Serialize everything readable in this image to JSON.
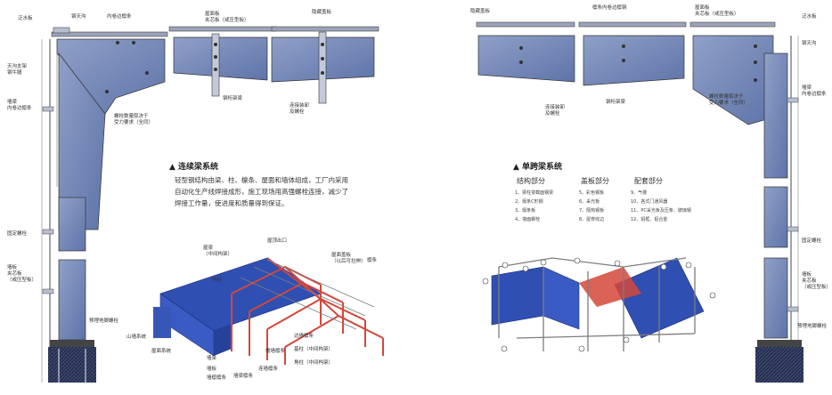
{
  "left_page": {
    "section_title": "▲ 连续梁系统",
    "paragraph": "轻型钢结构由梁、柱、檩条、屋面和墙体组成，工厂内采用自动化生产线焊接成形，施工现场用高强螺栓连接，减少了焊接工作量，使进度和质量得到保证。",
    "labels": {
      "fanshui": "泛水板",
      "gangtiangou": "钢天沟",
      "neijuanbian": "内卷边檩条",
      "tiangou_zhizuo": "天沟支架\n钢牛腿",
      "qiangliang": "墙梁\n内卷边檩条",
      "wumianban": "屋面板\n夹芯板（或压型板）",
      "yinxiaban": "隐藏盖板",
      "luoshu_left": "螺栓数量取决于\n受力要求（全同）",
      "gangjia": "钢桁架梁",
      "lianyuan": "连接装卸\n及螺栓",
      "guding": "固定螺栓",
      "qiangban": "墙板\n夹芯板\n（或压型板）",
      "yumai": "预埋地脚螺栓"
    },
    "iso_labels": {
      "wuliang": "屋梁\n（中间构架）",
      "chukou": "屋顶出口",
      "wumianyingban": "屋面盖板\n（以后可拉伸）",
      "lintiao": "檩条",
      "neizhu": "内柱",
      "yanqiangban": "檐墙板",
      "wujiaoxi": "山墙系统",
      "wumianxi": "屋面系统",
      "qiangliang2": "墙梁",
      "qiangban2": "墙板",
      "bianzhu": "边墙檩条",
      "yanzhu": "檐墙檩条",
      "diliang": "墙梁檩条",
      "zhuzi": "连墙檩条",
      "jiaozhu": "角柱（中间构架）",
      "zhuzhi": "基柱（中间构架）",
      "qiangtiao": "墙檩檩条"
    }
  },
  "right_page": {
    "section_title": "▲ 单跨梁系统",
    "legend": {
      "col1_head": "结构部分",
      "col2_head": "盖板部分",
      "col3_head": "配套部分",
      "col1": [
        "1、梁柱变截面钢梁",
        "2、檩条C形钢",
        "3、檩条板",
        "4、墙面螺栓"
      ],
      "col2": [
        "5、彩色钢板",
        "6、采光板",
        "7、隔热钢板",
        "8、屋脊收边"
      ],
      "col3": [
        "9、气楼",
        "10、各式门通风器",
        "11、PC采光板及压条、玻璃钢",
        "12、铝框、铝合金"
      ]
    },
    "labels": {
      "yinxiaban": "隐藏盖板",
      "lintiaoluoshu": "檩条内卷边檩钢",
      "wumianban": "屋面板\n夹芯板（或压型板）",
      "fanshui": "泛水板",
      "gangtiangou": "钢天沟",
      "qiangliang": "墙梁\n内卷边檩条",
      "lianyuan": "连接装卸\n及螺栓",
      "gangjia": "钢桁架梁",
      "luoshu": "螺栓数量取决于\n受力要求（全同）",
      "guding": "固定螺栓",
      "qiangban": "墙板\n夹芯板\n（或压型板）",
      "yumai": "预埋地脚螺栓"
    }
  },
  "colors": {
    "steel_panel": "#6d82b4",
    "steel_panel_light": "#9aa9cf",
    "roof_blue": "#2f4fb3",
    "frame_red": "#d3473a",
    "frame_grey": "#7d7d7d"
  }
}
